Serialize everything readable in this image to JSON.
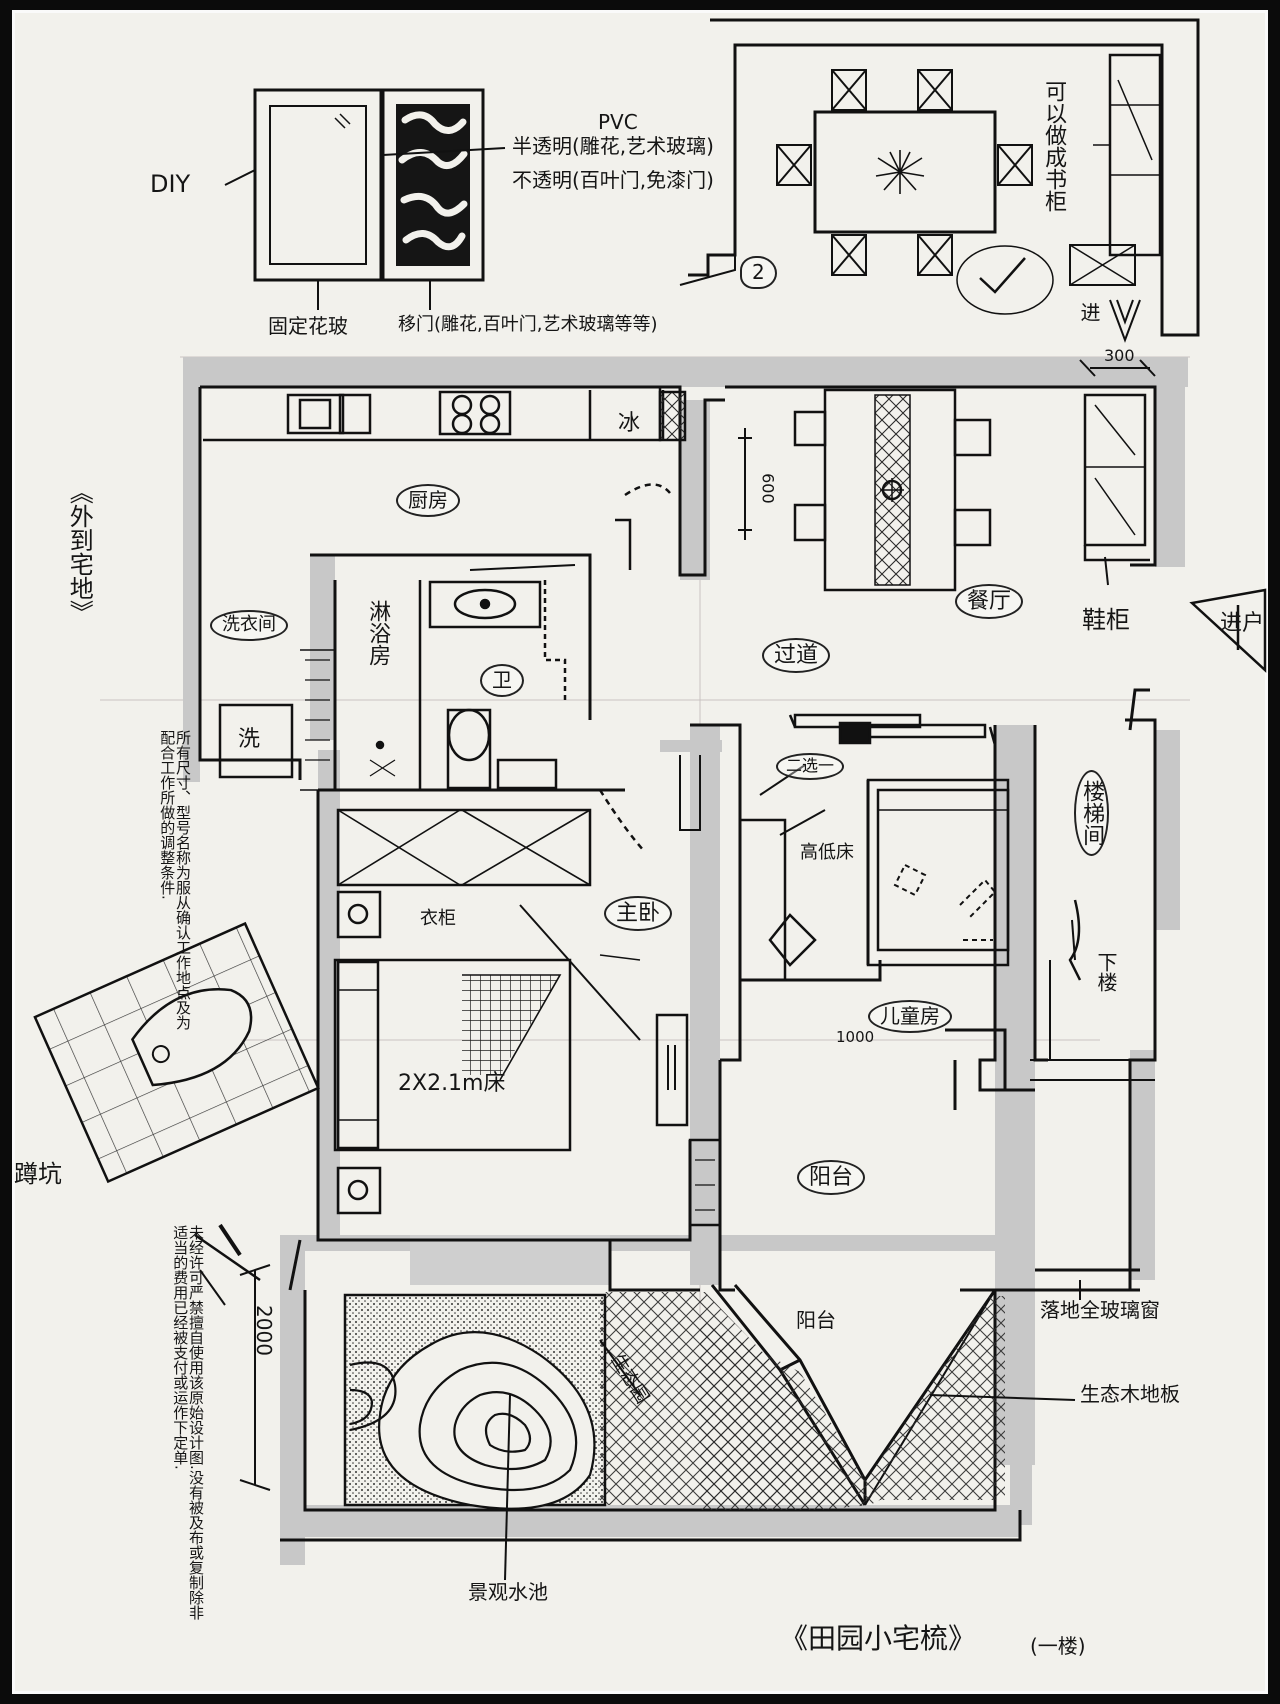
{
  "title": "《田园小宅梳》",
  "title_suffix": "(一楼)",
  "side_title": "《外到宅地》",
  "legend": {
    "diy": "DIY",
    "pvc": "PVC",
    "semi_transparent": "半透明(雕花,艺术玻璃)",
    "opaque": "不透明(百叶门,免漆门)",
    "fixed_glass": "固定花玻",
    "sliding_door": "移门(雕花,百叶门,艺术玻璃等等)"
  },
  "option": {
    "badge": "2",
    "wall_note": "可以做成书柜",
    "entrance_mark": "进"
  },
  "rooms": {
    "kitchen": "厨房",
    "fridge": "冰",
    "dining": "餐厅",
    "shoe_cabinet": "鞋柜",
    "entrance": "进户",
    "laundry": "洗衣间",
    "shower": "淋浴房",
    "toilet": "卫",
    "washer": "洗",
    "corridor": "过道",
    "sliding_two": "二选一",
    "master_bedroom": "主卧",
    "wardrobe": "衣柜",
    "bed_size": "2X2.1m床",
    "loft_bed": "高低床",
    "kids_room": "儿童房",
    "stairs": "楼梯间",
    "downstairs": "下楼",
    "balcony": "阳台",
    "sunroom": "阳台",
    "floor_window": "落地全玻璃窗",
    "eco_floor": "生态木地板",
    "pond": "景观水池",
    "garden": "生态园",
    "squat_toilet": "蹲坑"
  },
  "dimensions": {
    "d600": "600",
    "d300": "300",
    "d1000": "1000",
    "d2000": "2000"
  },
  "notes": {
    "disclaimer_1": "所有尺寸、型号名称为服从确认工作地点及为配合工作所做的调整条件.",
    "disclaimer_2": "未经许可严禁擅自使用该原始设计图.没有被及布或复制除非适当的费用已经被支付或运作下定单."
  }
}
